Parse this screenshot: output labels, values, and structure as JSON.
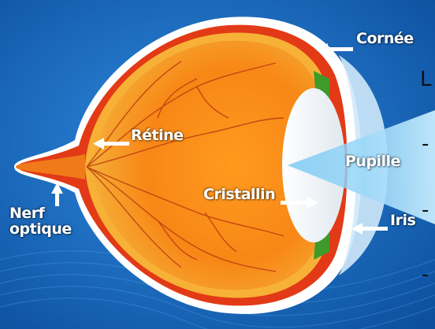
{
  "labels": {
    "cornee": "Cornée",
    "retine": "Rétine",
    "pupille": "Pupille",
    "cristallin": "Cristallin",
    "iris": "Iris",
    "nerf_line1": "Nerf",
    "nerf_line2": "optique"
  },
  "overlay": {
    "letter": "L",
    "dash1": "-",
    "dash2": "-",
    "dash3": "-"
  },
  "colors": {
    "background": "#1d6fc4",
    "sclera": "#ffffff",
    "choroid": "#e23a16",
    "retina": "#f7a21a",
    "vitreous": "#f58a12",
    "lens": "#ffffff",
    "iris": "#3f9a2a",
    "light_beam": "#8fd3f7",
    "label_text": "#ffffff"
  }
}
